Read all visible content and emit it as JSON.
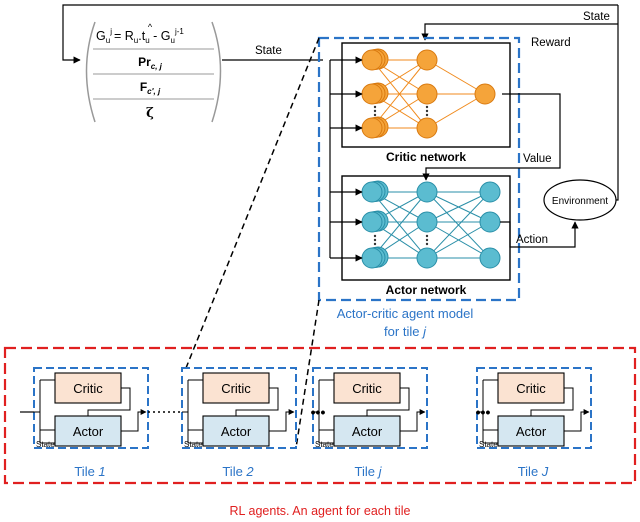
{
  "state_top": {
    "label": "State"
  },
  "reward": {
    "label": "Reward"
  },
  "state_mid": {
    "label": "State"
  },
  "value": {
    "label": "Value"
  },
  "action": {
    "label": "Action"
  },
  "environment": {
    "label": "Environment"
  },
  "critic_network": {
    "label": "Critic network"
  },
  "actor_network": {
    "label": "Actor network"
  },
  "agent_model": {
    "line1": "Actor-critic agent model",
    "line2_prefix": "for tile ",
    "line2_var": "j"
  },
  "state_vector": {
    "row1_g": "G",
    "row1_u": "u",
    "row1_j": "j",
    "row1_eq": "= ",
    "row1_r": "R",
    "row1_rest": ".t",
    "row1_minus": " - G",
    "row1_j1": "j-1",
    "row2_main": "Pr",
    "row2_sub": "c, j",
    "row3_main": "F",
    "row3_sub": "c', j",
    "row4": "ζ"
  },
  "mini_agent": {
    "critic": "Critic",
    "actor": "Actor",
    "state": "State"
  },
  "ellipsis": {
    "dots": "•••"
  },
  "tiles": [
    {
      "prefix": "Tile ",
      "var": "1"
    },
    {
      "prefix": "Tile ",
      "var": "2"
    },
    {
      "prefix": "Tile ",
      "var": "j"
    },
    {
      "prefix": "Tile ",
      "var": "J"
    }
  ],
  "caption": {
    "label": "RL agents. An agent for each tile"
  },
  "colors": {
    "critic_node": "#f5a43a",
    "critic_edge": "#f08a1c",
    "actor_node": "#5bbcd0",
    "actor_edge": "#2a8fa8",
    "blue_box": "#2b74c7",
    "red_box": "#e02020",
    "critic_fill": "#fbe3d2",
    "actor_fill": "#d5e7f1"
  }
}
